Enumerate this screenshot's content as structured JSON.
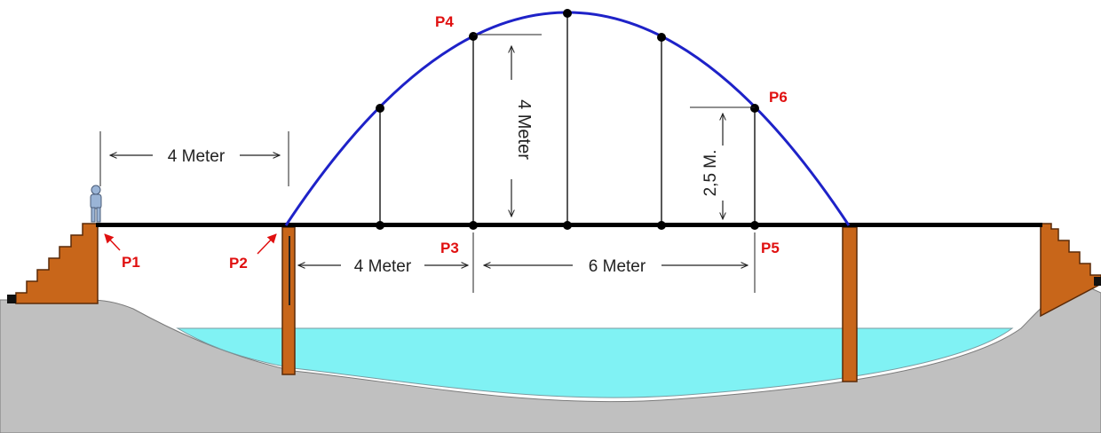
{
  "points": {
    "p1": "P1",
    "p2": "P2",
    "p3": "P3",
    "p4": "P4",
    "p5": "P5",
    "p6": "P6"
  },
  "dimensions": {
    "left_span": "4 Meter",
    "deck_span_p2_p3": "4 Meter",
    "deck_span_p3_p5": "6 Meter",
    "arch_height_p4": "4 Meter",
    "height_p6": "2,5 M."
  },
  "colors": {
    "arch": "#1e22c8",
    "deck": "#000000",
    "pillar": "#c8661a",
    "water": "#80f2f4",
    "ground": "#c0c0c0",
    "point_label": "#e01010"
  }
}
